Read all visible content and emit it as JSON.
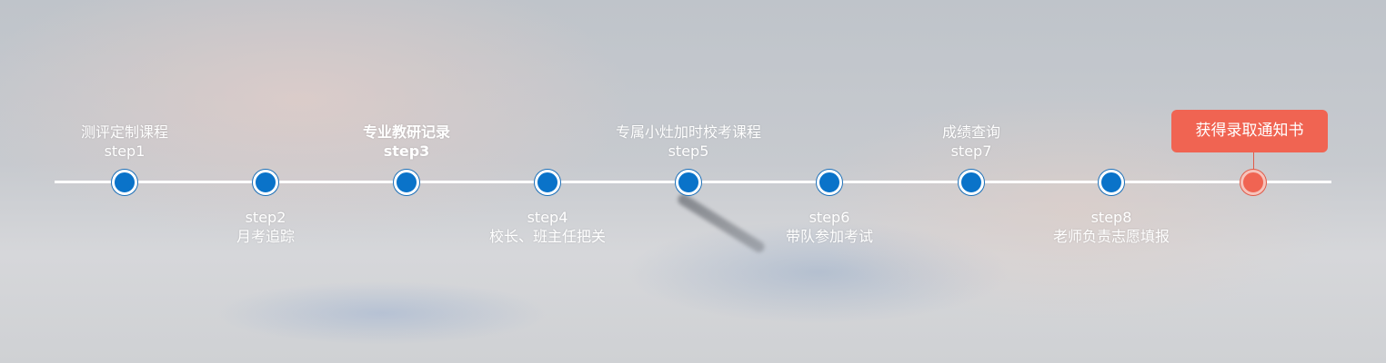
{
  "timeline": {
    "accent_color": "#0a73c9",
    "final_color": "#f06452",
    "steps": [
      {
        "title": "测评定制课程",
        "step": "step1",
        "label_position": "top",
        "bold": false
      },
      {
        "title": "月考追踪",
        "step": "step2",
        "label_position": "bottom",
        "bold": false
      },
      {
        "title": "专业教研记录",
        "step": "step3",
        "label_position": "top",
        "bold": true
      },
      {
        "title": "校长、班主任把关",
        "step": "step4",
        "label_position": "bottom",
        "bold": false
      },
      {
        "title": "专属小灶加时校考课程",
        "step": "step5",
        "label_position": "top",
        "bold": false
      },
      {
        "title": "带队参加考试",
        "step": "step6",
        "label_position": "bottom",
        "bold": false
      },
      {
        "title": "成绩查询",
        "step": "step7",
        "label_position": "top",
        "bold": false
      },
      {
        "title": "老师负责志愿填报",
        "step": "step8",
        "label_position": "bottom",
        "bold": false
      }
    ],
    "final": {
      "title": "获得录取通知书"
    }
  }
}
